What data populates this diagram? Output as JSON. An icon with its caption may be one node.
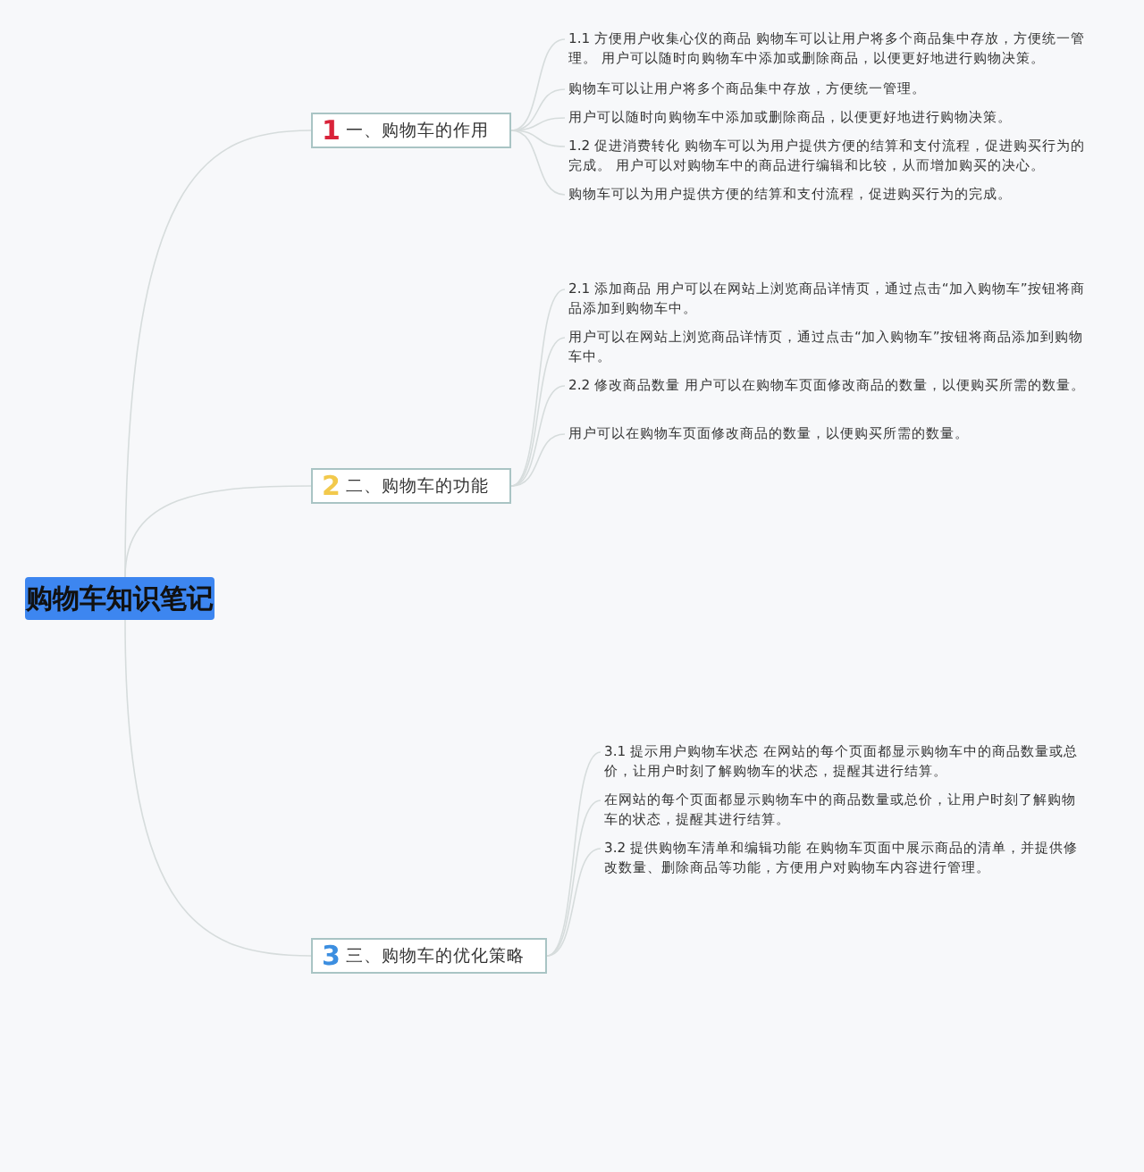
{
  "diagram": {
    "nodes": [
      {
        "text": [
          "购物车知识笔记"
        ]
      },
      {
        "text": [
          "1",
          "一、购物车的作用"
        ]
      },
      {
        "text": [
          "2",
          "二、购物车的功能"
        ]
      },
      {
        "text": [
          "3",
          "三、购物车的优化策略"
        ]
      },
      {
        "text": [
          "1.1 方便用户收集心仪的商品 购物车可以让用户将多个商品集中存放，方便统一管理。 用户可以随时向购物车中添加或删除商品，以便更好地进行购物决策。"
        ]
      },
      {
        "text": [
          "购物车可以让用户将多个商品集中存放，方便统一管理。"
        ]
      },
      {
        "text": [
          "用户可以随时向购物车中添加或删除商品，以便更好地进行购物决策。"
        ]
      },
      {
        "text": [
          "1.2 促进消费转化 购物车可以为用户提供方便的结算和支付流程，促进购买行为的完成。 用户可以对购物车中的商品进行编辑和比较，从而增加购买的决心。"
        ]
      },
      {
        "text": [
          "购物车可以为用户提供方便的结算和支付流程，促进购买行为的完成。"
        ]
      },
      {
        "text": [
          "2.1 添加商品 用户可以在网站上浏览商品详情页，通过点击“加入购物车”按钮将商品添加到购物车中。"
        ]
      },
      {
        "text": [
          "用户可以在网站上浏览商品详情页，通过点击“加入购物车”按钮将商品添加到购物车中。"
        ]
      },
      {
        "text": [
          "2.2 修改商品数量 用户可以在购物车页面修改商品的数量，以便购买所需的数量。"
        ]
      },
      {
        "text": [
          "用户可以在购物车页面修改商品的数量，以便购买所需的数量。"
        ]
      },
      {
        "text": [
          "3.1 提示用户购物车状态 在网站的每个页面都显示购物车中的商品数量或总价，让用户时刻了解购物车的状态，提醒其进行结算。"
        ]
      },
      {
        "text": [
          "在网站的每个页面都显示购物车中的商品数量或总价，让用户时刻了解购物车的状态，提醒其进行结算。"
        ]
      },
      {
        "text": [
          "3.2 提供购物车清单和编辑功能 在购物车页面中展示商品的清单，并提供修改数量、删除商品等功能，方便用户对购物车内容进行管理。"
        ]
      }
    ],
    "edges": [
      {
        "from": 0,
        "to": 1,
        "arrow": "none"
      },
      {
        "from": 0,
        "to": 2,
        "arrow": "none"
      },
      {
        "from": 0,
        "to": 3,
        "arrow": "none"
      },
      {
        "from": 1,
        "to": 4,
        "arrow": "none"
      },
      {
        "from": 1,
        "to": 5,
        "arrow": "none"
      },
      {
        "from": 1,
        "to": 6,
        "arrow": "none"
      },
      {
        "from": 1,
        "to": 7,
        "arrow": "none"
      },
      {
        "from": 1,
        "to": 8,
        "arrow": "none"
      },
      {
        "from": 2,
        "to": 9,
        "arrow": "none"
      },
      {
        "from": 2,
        "to": 10,
        "arrow": "none"
      },
      {
        "from": 2,
        "to": 11,
        "arrow": "none"
      },
      {
        "from": 2,
        "to": 12,
        "arrow": "none"
      },
      {
        "from": 3,
        "to": 13,
        "arrow": "none"
      },
      {
        "from": 3,
        "to": 14,
        "arrow": "none"
      },
      {
        "from": 3,
        "to": 15,
        "arrow": "none"
      }
    ]
  }
}
